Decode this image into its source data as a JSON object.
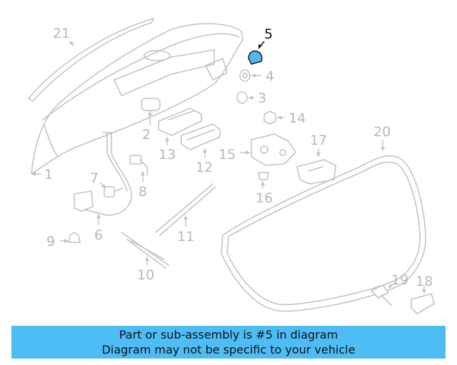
{
  "diagram": {
    "highlighted_part": "5",
    "highlight_color": "#4fb8f0",
    "callouts": [
      "1",
      "2",
      "3",
      "4",
      "5",
      "6",
      "7",
      "8",
      "9",
      "10",
      "11",
      "12",
      "13",
      "14",
      "15",
      "16",
      "17",
      "18",
      "19",
      "20",
      "21"
    ]
  },
  "banner": {
    "line1": "Part or sub-assembly is #5 in diagram",
    "line2": "Diagram may not be specific to your vehicle",
    "background": "#4fbdf5"
  }
}
